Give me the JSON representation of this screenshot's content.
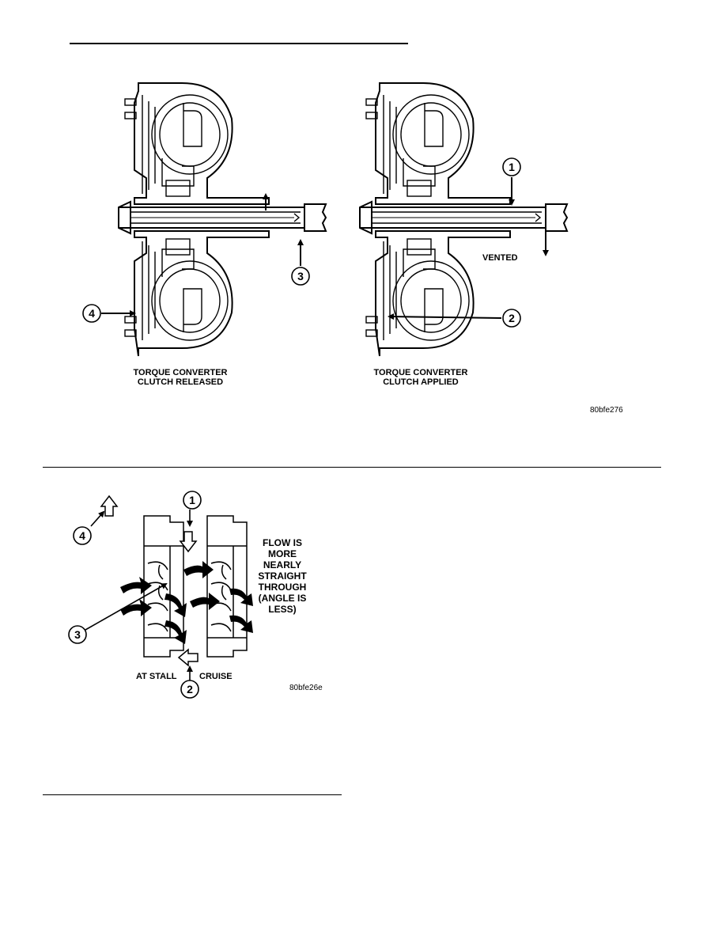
{
  "figure1": {
    "left_caption": [
      "TORQUE CONVERTER",
      "CLUTCH RELEASED"
    ],
    "right_caption": [
      "TORQUE CONVERTER",
      "CLUTCH APPLIED"
    ],
    "vented_label": "VENTED",
    "callouts": [
      "1",
      "2",
      "3",
      "4"
    ],
    "figure_code": "80bfe276"
  },
  "figure2": {
    "callouts": [
      "1",
      "2",
      "3",
      "4"
    ],
    "flow_note": [
      "FLOW IS",
      "MORE",
      "NEARLY",
      "STRAIGHT",
      "THROUGH",
      "(ANGLE IS",
      "LESS)"
    ],
    "at_stall_label": "AT STALL",
    "cruise_label": "CRUISE",
    "figure_code": "80bfe26e"
  }
}
